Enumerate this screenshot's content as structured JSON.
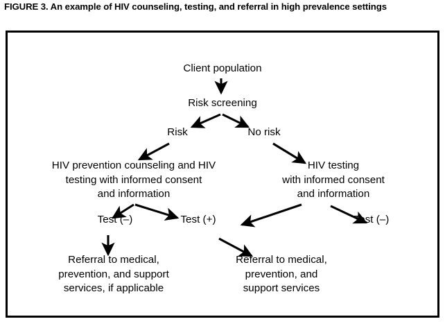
{
  "figure": {
    "title": "FIGURE 3. An example of HIV counseling, testing, and referral in high prevalence settings",
    "frame_color": "#000000",
    "background_color": "#ffffff"
  },
  "chart_data": {
    "type": "diagram",
    "title": "FIGURE 3. An example of HIV counseling, testing, and referral in high prevalence settings",
    "nodes": [
      {
        "id": "client-population",
        "label": "Client population"
      },
      {
        "id": "risk-screening",
        "label": "Risk screening"
      },
      {
        "id": "risk",
        "label": "Risk"
      },
      {
        "id": "no-risk",
        "label": "No risk"
      },
      {
        "id": "hiv-prevention",
        "label": "HIV prevention counseling and HIV\ntesting with informed consent\nand information"
      },
      {
        "id": "hiv-testing",
        "label": "HIV testing\nwith informed consent\nand information"
      },
      {
        "id": "test-neg-left",
        "label": "Test (–)"
      },
      {
        "id": "test-pos",
        "label": "Test (+)"
      },
      {
        "id": "test-neg-right",
        "label": "Test (–)"
      },
      {
        "id": "referral-left",
        "label": "Referral to medical,\nprevention, and support\nservices, if applicable"
      },
      {
        "id": "referral-right",
        "label": "Referral to medical,\nprevention, and\nsupport services"
      }
    ],
    "edges": [
      {
        "from": "client-population",
        "to": "risk-screening"
      },
      {
        "from": "risk-screening",
        "to": "risk"
      },
      {
        "from": "risk-screening",
        "to": "no-risk"
      },
      {
        "from": "risk",
        "to": "hiv-prevention"
      },
      {
        "from": "no-risk",
        "to": "hiv-testing"
      },
      {
        "from": "hiv-prevention",
        "to": "test-neg-left"
      },
      {
        "from": "hiv-prevention",
        "to": "test-pos"
      },
      {
        "from": "hiv-testing",
        "to": "test-pos"
      },
      {
        "from": "hiv-testing",
        "to": "test-neg-right"
      },
      {
        "from": "test-neg-left",
        "to": "referral-left"
      },
      {
        "from": "test-pos",
        "to": "referral-right"
      }
    ]
  }
}
